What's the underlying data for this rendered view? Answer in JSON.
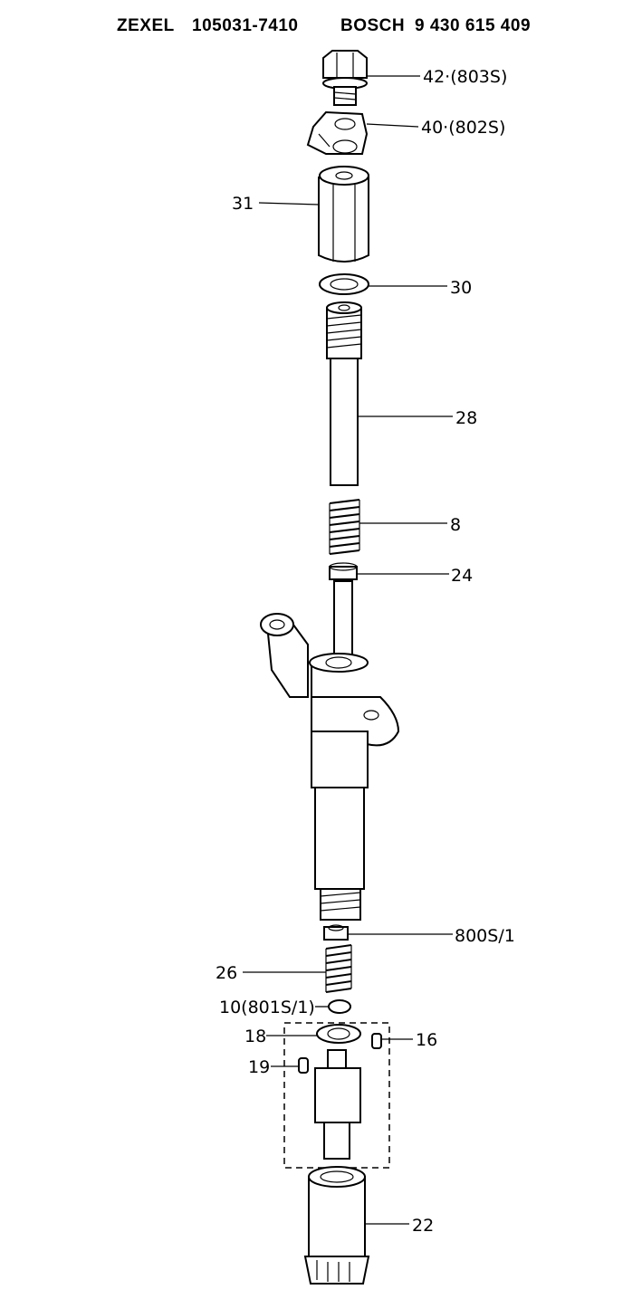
{
  "header": {
    "zexel_label": "ZEXEL",
    "zexel_number": "105031-7410",
    "bosch_label": "BOSCH",
    "bosch_number": "9 430 615 409"
  },
  "callouts": {
    "c42": "42·(803S)",
    "c40": "40·(802S)",
    "c31": "31",
    "c30": "30",
    "c28": "28",
    "c8": "8",
    "c24": "24",
    "c800": "800S/1",
    "c26": "26",
    "c10": "10(801S/1)",
    "c18": "18",
    "c16": "16",
    "c19": "19",
    "c22": "22"
  }
}
